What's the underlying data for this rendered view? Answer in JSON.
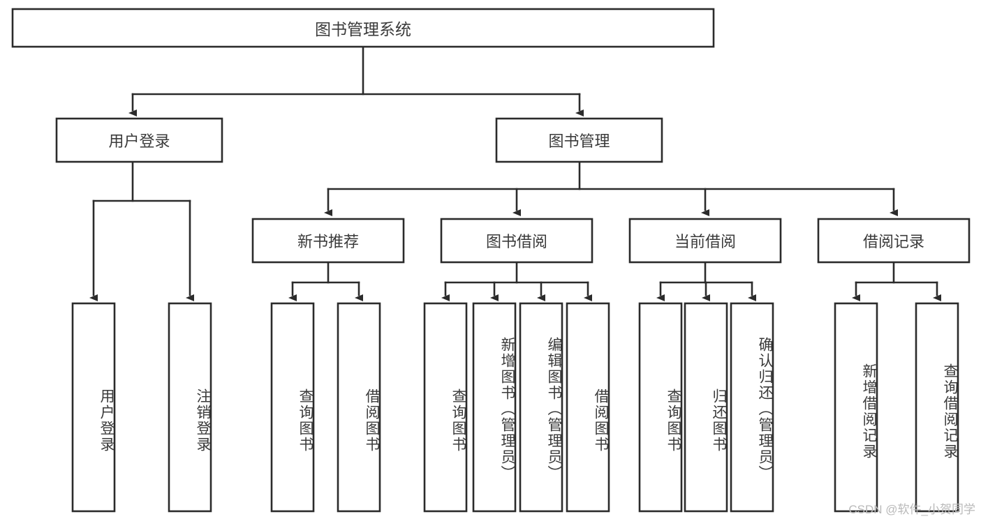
{
  "diagram": {
    "type": "tree",
    "title": "图书管理系统",
    "watermark": "CSDN @软件_小贺同学",
    "root": {
      "id": "root",
      "label": "图书管理系统",
      "orientation": "horizontal"
    },
    "level2": [
      {
        "id": "user-login",
        "label": "用户登录",
        "orientation": "horizontal"
      },
      {
        "id": "book-manage",
        "label": "图书管理",
        "orientation": "horizontal"
      }
    ],
    "level3": [
      {
        "id": "new-book-rec",
        "label": "新书推荐",
        "parent": "book-manage",
        "orientation": "horizontal"
      },
      {
        "id": "book-borrow",
        "label": "图书借阅",
        "parent": "book-manage",
        "orientation": "horizontal"
      },
      {
        "id": "current-borrow",
        "label": "当前借阅",
        "parent": "book-manage",
        "orientation": "horizontal"
      },
      {
        "id": "borrow-record",
        "label": "借阅记录",
        "parent": "book-manage",
        "orientation": "horizontal"
      }
    ],
    "leaves": [
      {
        "id": "leaf-user-login",
        "label": "用户登录",
        "parent": "user-login",
        "orientation": "vertical"
      },
      {
        "id": "leaf-user-logout",
        "label": "注销登录",
        "parent": "user-login",
        "orientation": "vertical"
      },
      {
        "id": "leaf-query-book-rec",
        "label": "查询图书",
        "parent": "new-book-rec",
        "orientation": "vertical"
      },
      {
        "id": "leaf-borrow-book-rec",
        "label": "借阅图书",
        "parent": "new-book-rec",
        "orientation": "vertical"
      },
      {
        "id": "leaf-query-book-bb",
        "label": "查询图书",
        "parent": "book-borrow",
        "orientation": "vertical"
      },
      {
        "id": "leaf-add-book",
        "label": "新增图书（管理员）",
        "parent": "book-borrow",
        "orientation": "vertical"
      },
      {
        "id": "leaf-edit-book",
        "label": "编辑图书（管理员）",
        "parent": "book-borrow",
        "orientation": "vertical"
      },
      {
        "id": "leaf-borrow-book-bb",
        "label": "借阅图书",
        "parent": "book-borrow",
        "orientation": "vertical"
      },
      {
        "id": "leaf-query-book-cb",
        "label": "查询图书",
        "parent": "current-borrow",
        "orientation": "vertical"
      },
      {
        "id": "leaf-return-book",
        "label": "归还图书",
        "parent": "current-borrow",
        "orientation": "vertical"
      },
      {
        "id": "leaf-confirm-return",
        "label": "确认归还（管理员）",
        "parent": "current-borrow",
        "orientation": "vertical"
      },
      {
        "id": "leaf-add-record",
        "label": "新增借阅记录",
        "parent": "borrow-record",
        "orientation": "vertical"
      },
      {
        "id": "leaf-query-record",
        "label": "查询借阅记录",
        "parent": "borrow-record",
        "orientation": "vertical"
      }
    ],
    "colors": {
      "stroke": "#2b2b2b",
      "fill": "#ffffff",
      "text": "#3a3a3a",
      "watermark": "#b9b9b9"
    }
  }
}
